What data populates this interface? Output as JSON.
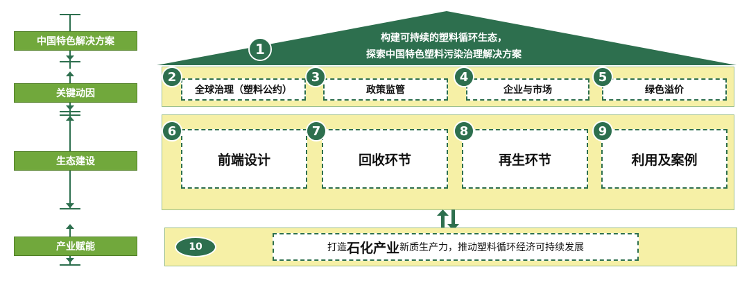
{
  "left_stages": [
    {
      "label": "中国特色解决方案"
    },
    {
      "label": "关键动因"
    },
    {
      "label": "生态建设"
    },
    {
      "label": "产业赋能"
    }
  ],
  "roof": {
    "number": "1",
    "line1": "构建可持续的塑料循环生态，",
    "line2": "探索中国特色塑料污染治理解决方案"
  },
  "drivers": [
    {
      "number": "2",
      "label": "全球治理（塑料公约）"
    },
    {
      "number": "3",
      "label": "政策监管"
    },
    {
      "number": "4",
      "label": "企业与市场"
    },
    {
      "number": "5",
      "label": "绿色溢价"
    }
  ],
  "ecosystem": [
    {
      "number": "6",
      "label": "前端设计"
    },
    {
      "number": "7",
      "label": "回收环节"
    },
    {
      "number": "8",
      "label": "再生环节"
    },
    {
      "number": "9",
      "label": "利用及案例"
    }
  ],
  "industry": {
    "number": "10",
    "prefix": "打造",
    "emphasis": "石化产业",
    "suffix": "新质生产力，推动塑料循环经济可持续发展"
  },
  "colors": {
    "dark_green": "#2d6f4e",
    "light_green": "#71a83c",
    "panel_yellow": "#f6f0a6"
  }
}
